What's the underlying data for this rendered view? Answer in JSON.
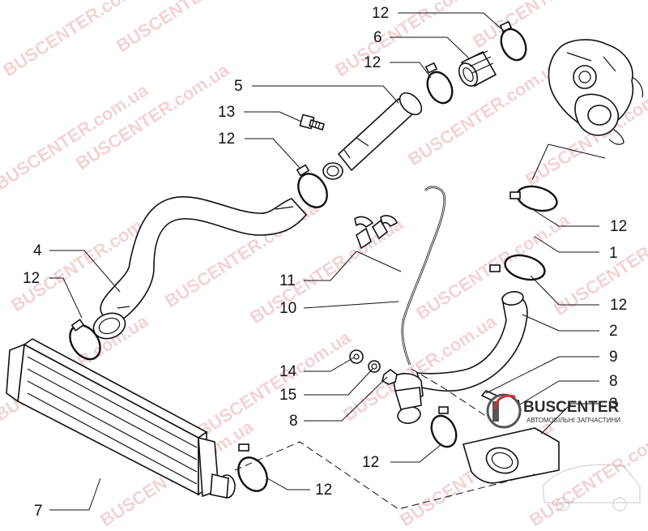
{
  "watermark": "BUSCENTER.com.ua",
  "logo": {
    "name": "BUSCENTER",
    "subtitle": "АВТОМОБІЛЬНІ ЗАПЧАСТИНИ"
  },
  "callouts": {
    "c12a": "12",
    "c6": "6",
    "c12b": "12",
    "c5": "5",
    "c13": "13",
    "c12c": "12",
    "c4": "4",
    "c12d": "12",
    "c11": "11",
    "c10": "10",
    "c14": "14",
    "c15": "15",
    "c8a": "8",
    "c12e": "12",
    "c7": "7",
    "c12f": "12",
    "c12g": "12",
    "c1": "1",
    "c12h": "12",
    "c2": "2",
    "c9": "9",
    "c8b": "8",
    "c3": "3"
  }
}
